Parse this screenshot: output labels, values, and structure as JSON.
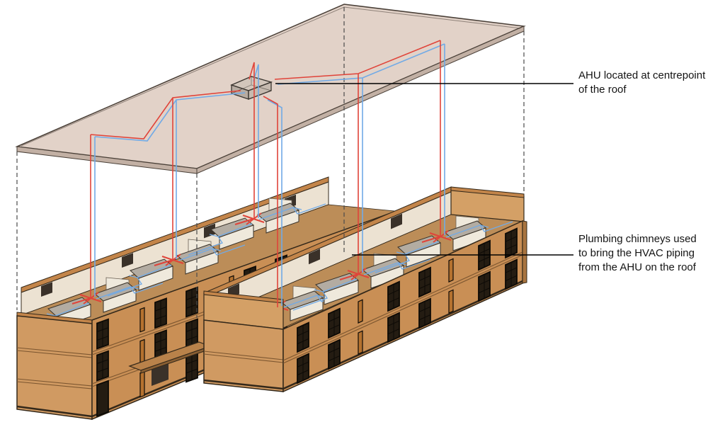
{
  "title": "HVAC distribution concept diagram",
  "annotations": {
    "ahu": {
      "text": "AHU located at centrepoint of the roof",
      "lines": [
        "AHU located at centrepoint",
        "of the roof"
      ]
    },
    "chimneys": {
      "text": "Plumbing chimneys used to bring the HVAC piping from the AHU on the roof",
      "lines": [
        "Plumbing chimneys used",
        "to bring the HVAC piping",
        "from the AHU on the roof"
      ]
    }
  },
  "elements": {
    "roof": "roof plane",
    "ahu": "air handling unit",
    "buildings": 2,
    "chimney_drops": 6,
    "pipe_supply_color_name": "red",
    "pipe_return_color_name": "blue"
  },
  "colors": {
    "roofTop": "#e2d2c8",
    "roofEdge": "#c2b0a4",
    "outline": "#4a4038",
    "bldgFront": "#c98f55",
    "bldgSide": "#d09a62",
    "edgeDark": "#33281a",
    "bandLine": "#7c5630",
    "floorInt": "#bc8d58",
    "wallWhite": "#ece2d2",
    "wallCap": "#c3854a",
    "openWall": "#d4a066",
    "podTop": "#b3aca2",
    "podFront": "#efe9dc",
    "glass": "#241c12",
    "frame": "#0d0a06",
    "slotFill": "#b5722f",
    "pipeRed": "#e0443a",
    "pipeBlue": "#71aae6",
    "dashed": "#4b4b4b",
    "leader": "#000000",
    "canopy": "#b9824a",
    "endSliver": "#a8743f",
    "text": "#141414"
  }
}
